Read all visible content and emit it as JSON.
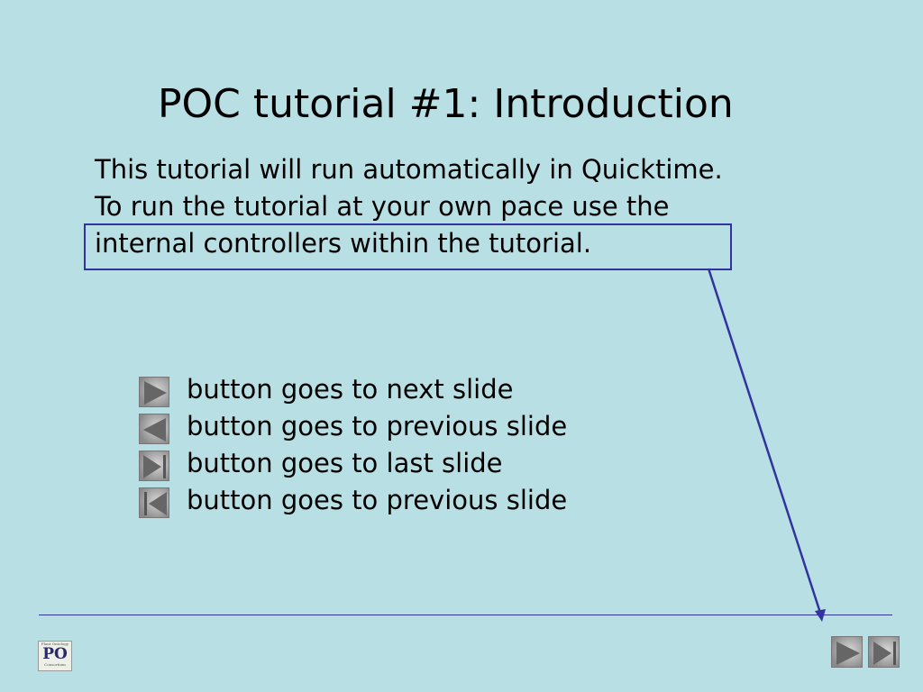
{
  "title": "POC tutorial #1: Introduction",
  "intro_lines": [
    "This tutorial will run automatically in Quicktime.",
    "To run the  tutorial at your own pace use the",
    "internal controllers within the tutorial."
  ],
  "legend": [
    {
      "icon": "play-next-icon",
      "label": "button goes to next slide"
    },
    {
      "icon": "play-previous-icon",
      "label": "button goes to previous slide"
    },
    {
      "icon": "skip-last-icon",
      "label": "button goes to last slide"
    },
    {
      "icon": "skip-first-icon",
      "label": "button goes to previous slide"
    }
  ],
  "logo": {
    "top": "Plant Ontology",
    "mark": "PO",
    "bottom": "Consortium"
  },
  "nav": {
    "next": "next-slide-button",
    "last": "last-slide-button"
  },
  "colors": {
    "background": "#b8dfe3",
    "accent": "#3333a0"
  }
}
